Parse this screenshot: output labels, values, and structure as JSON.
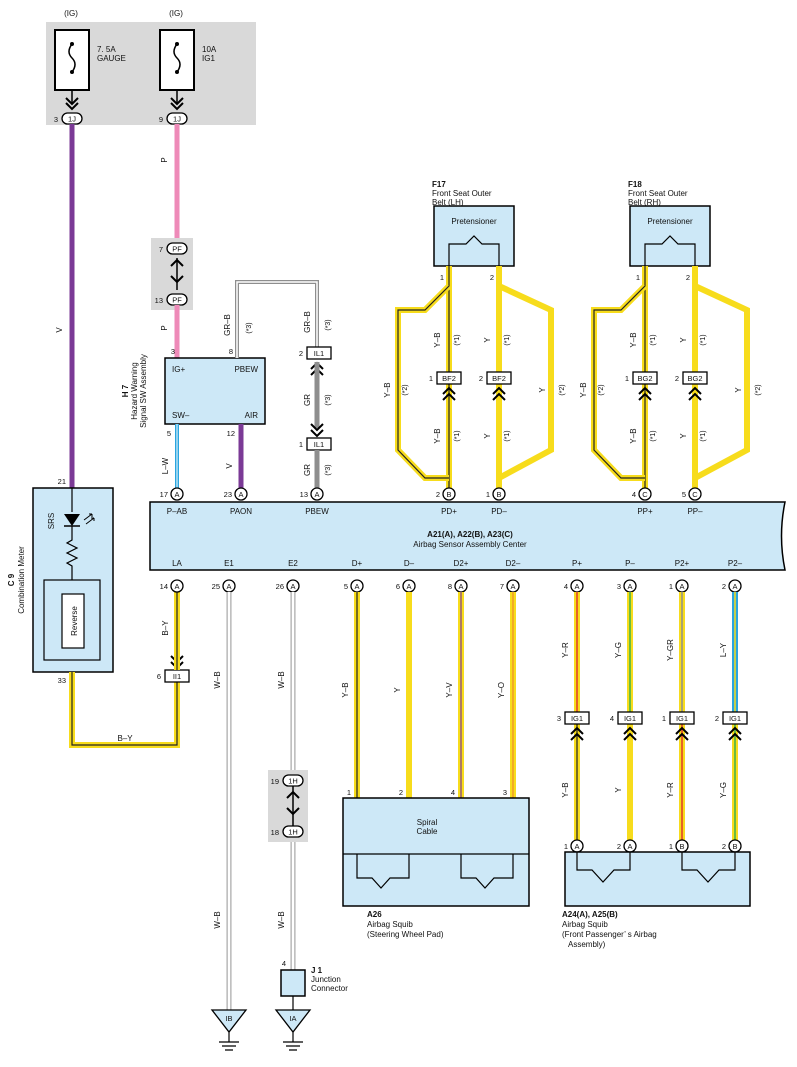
{
  "fuses": [
    {
      "source": "(IG)",
      "rating": "7. 5A",
      "name": "GAUGE",
      "pin": "3",
      "conn": "1J"
    },
    {
      "source": "(IG)",
      "rating": "10A",
      "name": "IG1",
      "pin": "9",
      "conn": "1J"
    }
  ],
  "pf": {
    "top_pin": "7",
    "bottom_pin": "13",
    "conn": "PF"
  },
  "hazard": {
    "code": "H 7",
    "name": "Hazard Warning Signal SW Assembly",
    "name_l1": "Hazard Warning",
    "name_l2": "Signal SW Assembly",
    "pins": {
      "igp": "IG+",
      "pbew": "PBEW",
      "sw": "SW–",
      "air": "AIR"
    },
    "pin_nums": {
      "igp": "3",
      "pbew": "8",
      "sw": "5",
      "air": "12"
    }
  },
  "il1": {
    "conn": "IL1",
    "top_pin": "2",
    "bottom_pin": "1"
  },
  "seat_lh": {
    "code": "F17",
    "name_l1": "Front Seat Outer",
    "name_l2": "Belt (LH)",
    "box": "Pretensioner",
    "conn": "BF2",
    "pin1": "1",
    "pin2": "2",
    "mid_pin1": "1",
    "mid_pin2": "2"
  },
  "seat_rh": {
    "code": "F18",
    "name_l1": "Front Seat Outer",
    "name_l2": "Belt (RH)",
    "box": "Pretensioner",
    "conn": "BG2",
    "pin1": "1",
    "pin2": "2",
    "mid_pin1": "1",
    "mid_pin2": "2"
  },
  "meter": {
    "code": "C 9",
    "name": "Combination Meter",
    "srs": "SRS",
    "reverse": "Reverse",
    "pin_top": "21",
    "pin_bottom": "33"
  },
  "airbag_center": {
    "code": "A21(A), A22(B), A23(C)",
    "name": "Airbag Sensor Assembly Center",
    "top_pins": [
      {
        "num": "17",
        "conn": "A",
        "label": "P–AB"
      },
      {
        "num": "23",
        "conn": "A",
        "label": "PAON"
      },
      {
        "num": "13",
        "conn": "A",
        "label": "PBEW"
      },
      {
        "num": "2",
        "conn": "B",
        "label": "PD+"
      },
      {
        "num": "1",
        "conn": "B",
        "label": "PD–"
      },
      {
        "num": "4",
        "conn": "C",
        "label": "PP+"
      },
      {
        "num": "5",
        "conn": "C",
        "label": "PP–"
      }
    ],
    "bottom_pins": [
      {
        "num": "14",
        "conn": "A",
        "label": "LA"
      },
      {
        "num": "25",
        "conn": "A",
        "label": "E1"
      },
      {
        "num": "26",
        "conn": "A",
        "label": "E2"
      },
      {
        "num": "5",
        "conn": "A",
        "label": "D+"
      },
      {
        "num": "6",
        "conn": "A",
        "label": "D–"
      },
      {
        "num": "8",
        "conn": "A",
        "label": "D2+"
      },
      {
        "num": "7",
        "conn": "A",
        "label": "D2–"
      },
      {
        "num": "4",
        "conn": "A",
        "label": "P+"
      },
      {
        "num": "3",
        "conn": "A",
        "label": "P–"
      },
      {
        "num": "1",
        "conn": "A",
        "label": "P2+"
      },
      {
        "num": "2",
        "conn": "A",
        "label": "P2–"
      }
    ]
  },
  "ii1": {
    "pin": "6",
    "conn": "II1"
  },
  "h1": {
    "top_pin": "19",
    "bottom_pin": "18",
    "conn": "1H"
  },
  "spiral": {
    "code": "A26",
    "name_l1": "Airbag Squib",
    "name_l2": "(Steering Wheel Pad)",
    "box_l1": "Spiral",
    "box_l2": "Cable",
    "pins": [
      "1",
      "2",
      "4",
      "3"
    ]
  },
  "passenger": {
    "code": "A24(A), A25(B)",
    "name_l1": "Airbag Squib",
    "name_l2": "(Front Passenger’ s Airbag",
    "name_l3": "Assembly)",
    "pins": [
      {
        "num": "1",
        "conn": "A"
      },
      {
        "num": "2",
        "conn": "A"
      },
      {
        "num": "1",
        "conn": "B"
      },
      {
        "num": "2",
        "conn": "B"
      }
    ],
    "ig1": [
      {
        "num": "3",
        "conn": "IG1"
      },
      {
        "num": "4",
        "conn": "IG1"
      },
      {
        "num": "1",
        "conn": "IG1"
      },
      {
        "num": "2",
        "conn": "IG1"
      }
    ]
  },
  "junction": {
    "code": "J 1",
    "name_l1": "Junction",
    "name_l2": "Connector",
    "pin": "4"
  },
  "grounds": [
    "IB",
    "IA"
  ],
  "wires": {
    "v": "V",
    "p": "P",
    "grb": "GR–B",
    "gr": "GR",
    "lw": "L–W",
    "yb": "Y–B",
    "y": "Y",
    "by": "B–Y",
    "wb": "W–B",
    "yv": "Y–V",
    "yo": "Y–O",
    "yr": "Y–R",
    "yg": "Y–G",
    "ygr": "Y–GR",
    "ly": "L–Y",
    "n3": "(*3)",
    "n1": "(*1)",
    "n2": "(*2)"
  },
  "colors": {
    "violet": "#7b3a96",
    "pink": "#ee8ab8",
    "yellow": "#f7dc1c",
    "blue": "#2aa5df",
    "gray": "#8e8e8e",
    "box": "#cde8f7",
    "shade": "#d9d9d9",
    "red": "#e03a2a",
    "green": "#3ab04a"
  }
}
